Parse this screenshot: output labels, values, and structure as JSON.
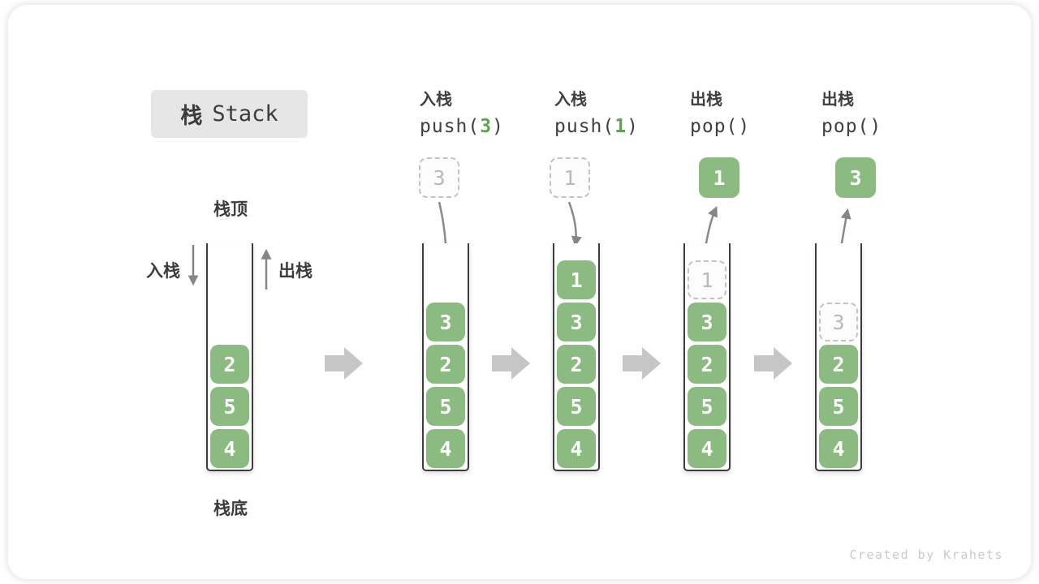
{
  "title": {
    "cjk": "栈",
    "latin": "Stack"
  },
  "labels": {
    "stack_top": "栈顶",
    "stack_bottom": "栈底",
    "push_side": "入栈",
    "pop_side": "出栈"
  },
  "columns": [
    {
      "op": "入栈",
      "fn": "push(",
      "arg": "3",
      "close": ")"
    },
    {
      "op": "入栈",
      "fn": "push(",
      "arg": "1",
      "close": ")"
    },
    {
      "op": "出栈",
      "fn": "pop(",
      "arg": "",
      "close": ")"
    },
    {
      "op": "出栈",
      "fn": "pop(",
      "arg": "",
      "close": ")"
    }
  ],
  "stacks": [
    {
      "cells": [
        {
          "v": "2"
        },
        {
          "v": "5"
        },
        {
          "v": "4"
        }
      ]
    },
    {
      "float": {
        "v": "3",
        "ghost": true
      },
      "arrow": "push",
      "cells": [
        {
          "v": "3"
        },
        {
          "v": "2"
        },
        {
          "v": "5"
        },
        {
          "v": "4"
        }
      ]
    },
    {
      "float": {
        "v": "1",
        "ghost": true
      },
      "arrow": "push",
      "cells": [
        {
          "v": "1"
        },
        {
          "v": "3"
        },
        {
          "v": "2"
        },
        {
          "v": "5"
        },
        {
          "v": "4"
        }
      ]
    },
    {
      "float": {
        "v": "1",
        "ghost": false
      },
      "arrow": "pop",
      "cells": [
        {
          "v": "1",
          "ghost": true
        },
        {
          "v": "3"
        },
        {
          "v": "2"
        },
        {
          "v": "5"
        },
        {
          "v": "4"
        }
      ]
    },
    {
      "float": {
        "v": "3",
        "ghost": false
      },
      "arrow": "pop",
      "cells": [
        {
          "v": "3",
          "ghost": true
        },
        {
          "v": "2"
        },
        {
          "v": "5"
        },
        {
          "v": "4"
        }
      ]
    }
  ],
  "watermark": "Created by Krahets",
  "colors": {
    "block_green": "#8bbb81",
    "accent_green": "#5ea351",
    "curve_arrow_gray": "#8a8a8a",
    "flow_arrow_gray": "#c6c6c6",
    "ghost_border": "#c3c3c3",
    "ghost_text": "#b9b9b9",
    "title_bg": "#e6e6e6",
    "text_dark": "#3c3c3c",
    "watermark_gray": "#c9c9c9"
  }
}
